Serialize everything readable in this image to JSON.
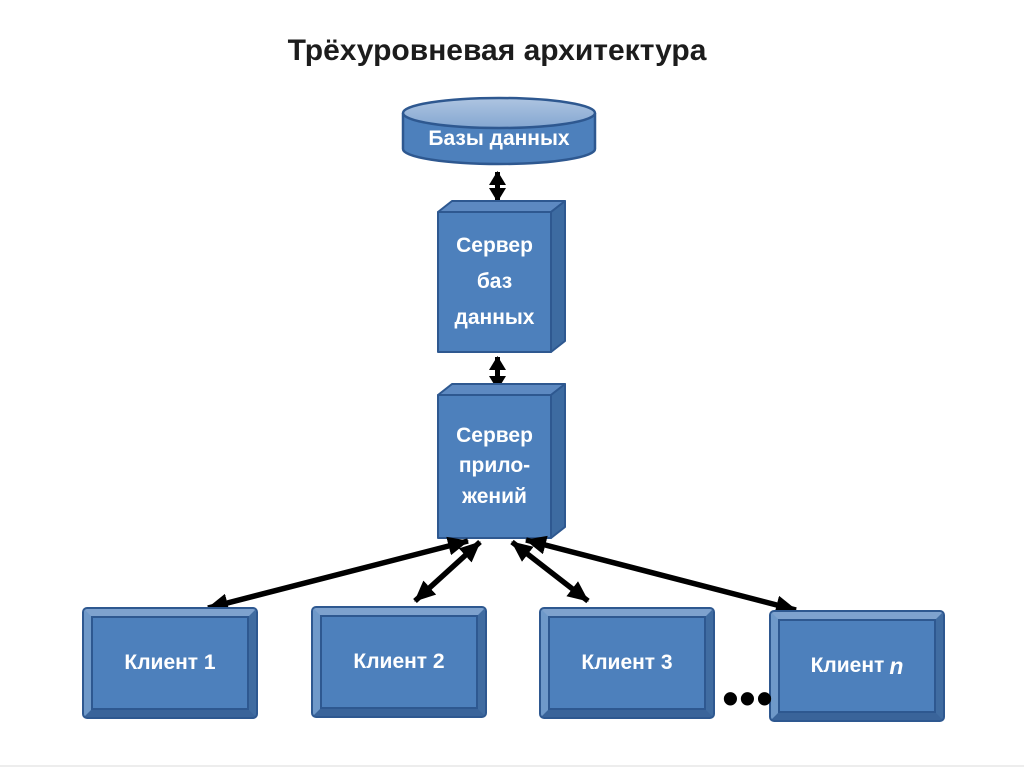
{
  "title": "Трёхуровневая архитектура",
  "diagram": {
    "database": {
      "label": "Базы данных",
      "shape": "cylinder"
    },
    "db_server": {
      "label": "Сервер\nбаз\nданных",
      "shape": "cube"
    },
    "app_server": {
      "label": "Сервер\nприло-\nжений",
      "shape": "cube"
    },
    "clients": [
      {
        "label": "Клиент 1"
      },
      {
        "label": "Клиент 2"
      },
      {
        "label": "Клиент 3"
      },
      {
        "label_base": "Клиент",
        "label_suffix": "n"
      }
    ],
    "ellipsis": "•••",
    "connections": [
      {
        "from": "database",
        "to": "db_server",
        "style": "double-arrow"
      },
      {
        "from": "db_server",
        "to": "app_server",
        "style": "double-arrow"
      },
      {
        "from": "app_server",
        "to": "client-1",
        "style": "double-arrow"
      },
      {
        "from": "app_server",
        "to": "client-2",
        "style": "double-arrow"
      },
      {
        "from": "app_server",
        "to": "client-3",
        "style": "double-arrow"
      },
      {
        "from": "app_server",
        "to": "client-n",
        "style": "double-arrow"
      }
    ],
    "colors": {
      "shape_fill": "#4d80bc",
      "shape_fill_top": "#5d89c1",
      "shape_fill_side": "#3d6ba1",
      "cylinder_top_light": "#a3bcdc",
      "shape_border": "#2e5890",
      "arrow": "#000000",
      "title_text": "#1c1c1c",
      "label_text": "#ffffff",
      "background": "#ffffff"
    }
  }
}
